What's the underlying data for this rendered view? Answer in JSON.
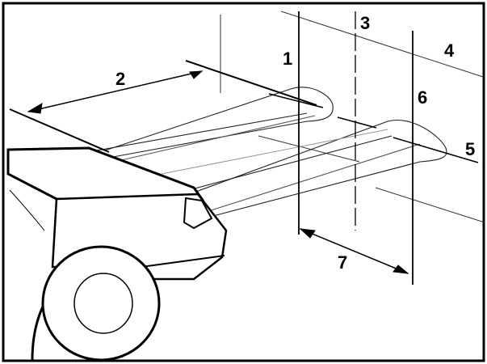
{
  "diagram": {
    "callouts": [
      {
        "id": "1",
        "label": "1"
      },
      {
        "id": "2",
        "label": "2"
      },
      {
        "id": "3",
        "label": "3"
      },
      {
        "id": "4",
        "label": "4"
      },
      {
        "id": "5",
        "label": "5"
      },
      {
        "id": "6",
        "label": "6"
      },
      {
        "id": "7",
        "label": "7"
      }
    ],
    "colors": {
      "frame": "#000000",
      "ink": "#000000",
      "beam_ink": "#666666",
      "paper": "#ffffff"
    }
  }
}
